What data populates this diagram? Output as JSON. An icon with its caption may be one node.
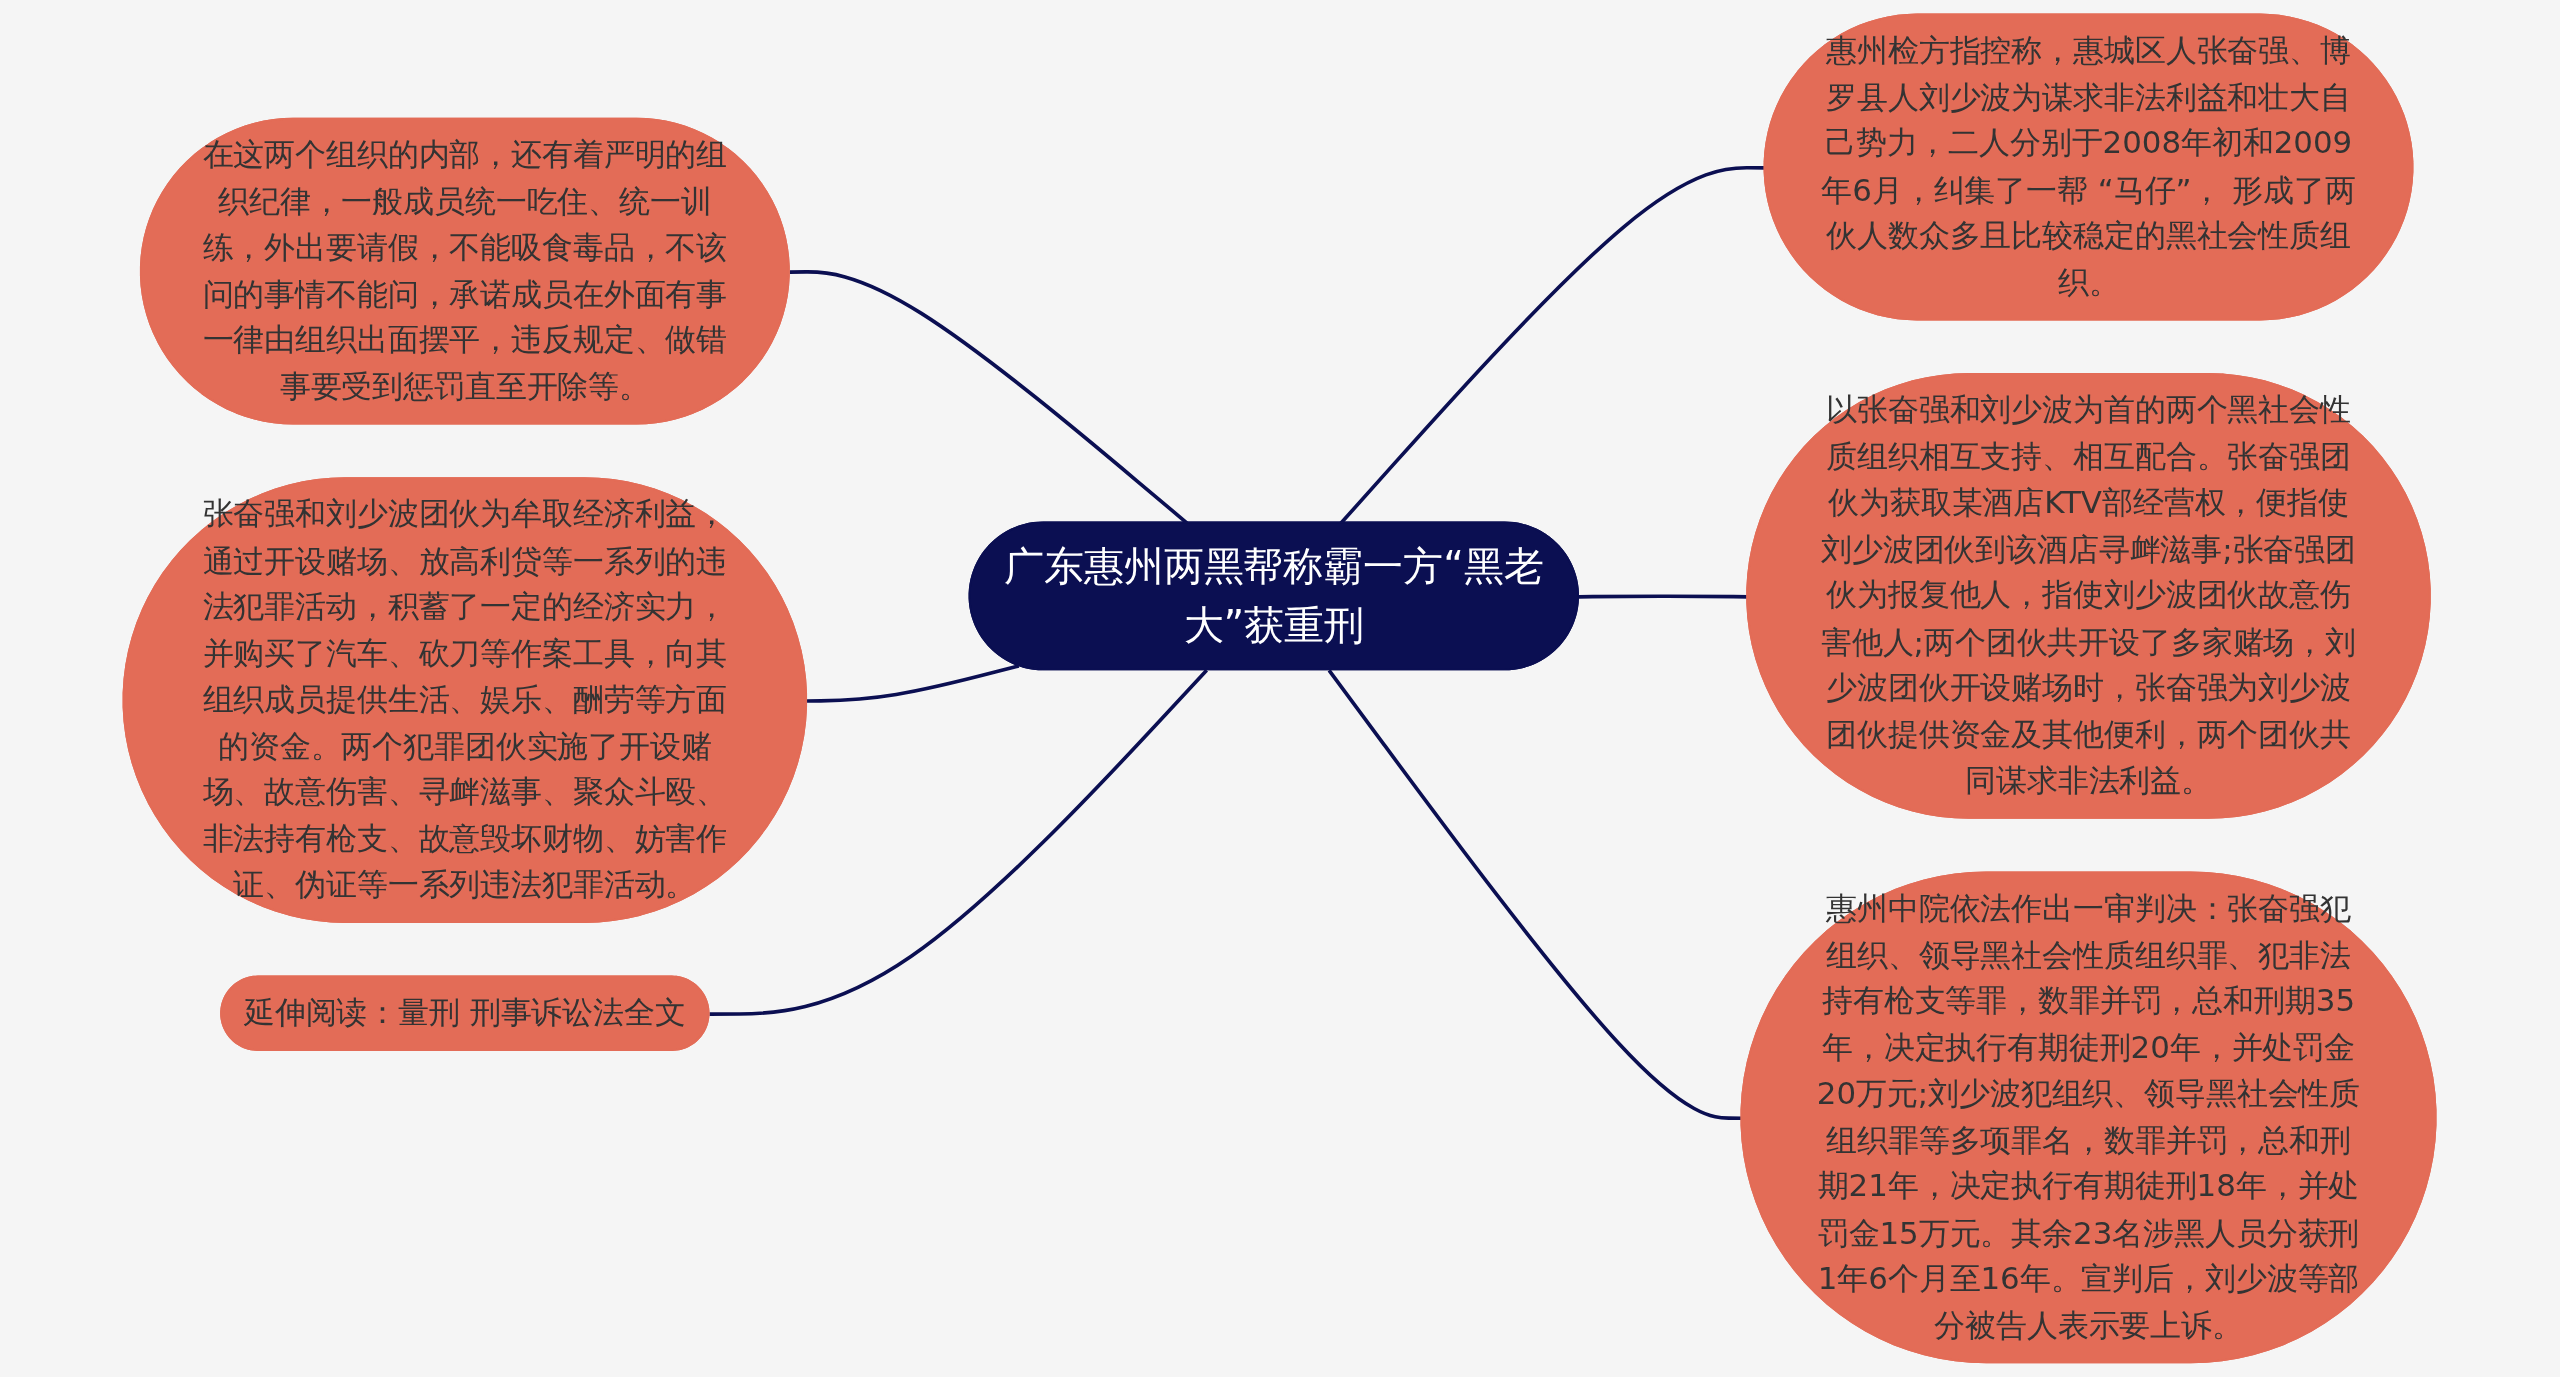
{
  "diagram": {
    "nodes": [
      {
        "text": [
          "广东惠州两黑帮称霸一方“黑老大”获重刑"
        ]
      },
      {
        "text": [
          "在这两个组织的内部，还有着严明的组织纪律，一般成员统一吃住、统一训练，外出要请假，不能吸食毒品，不该问的事情不能问，承诺成员在外面有事一律由组织出面摆平，违反规定、做错事要受到惩罚直至开除等。"
        ]
      },
      {
        "text": [
          "张奋强和刘少波团伙为牟取经济利益，通过开设赌场、放高利贷等一系列的违法犯罪活动，积蓄了一定的经济实力，并购买了汽车、砍刀等作案工具，向其组织成员提供生活、娱乐、酬劳等方面的资金。两个犯罪团伙实施了开设赌场、故意伤害、寻衅滋事、聚众斗殴、非法持有枪支、故意毁坏财物、妨害作证、伪证等一系列违法犯罪活动。"
        ]
      },
      {
        "text": [
          "延伸阅读：量刑 刑事诉讼法全文"
        ]
      },
      {
        "text": [
          "惠州检方指控称，惠城区人张奋强、博罗县人刘少波为谋求非法利益和壮大自己势力，二人分别于2008年初和2009年6月，纠集了一帮 “马仔”， 形成了两伙人数众多且比较稳定的黑社会性质组织。"
        ]
      },
      {
        "text": [
          "以张奋强和刘少波为首的两个黑社会性质组织相互支持、相互配合。张奋强团伙为获取某酒店KTV部经营权，便指使刘少波团伙到该酒店寻衅滋事;张奋强团伙为报复他人，指使刘少波团伙故意伤害他人;两个团伙共开设了多家赌场，刘少波团伙开设赌场时，张奋强为刘少波团伙提供资金及其他便利，两个团伙共同谋求非法利益。"
        ]
      },
      {
        "text": [
          "惠州中院依法作出一审判决：张奋强犯组织、领导黑社会性质组织罪、犯非法持有枪支等罪，数罪并罚，总和刑期35年，决定执行有期徒刑20年，并处罚金20万元;刘少波犯组织、领导黑社会性质组织罪等多项罪名，数罪并罚，总和刑期21年，决定执行有期徒刑18年，并处罚金15万元。其余23名涉黑人员分获刑1年6个月至16年。宣判后，刘少波等部分被告人表示要上诉。"
        ]
      }
    ],
    "edges": [
      {
        "from": 0,
        "to": 1,
        "arrow": "none"
      },
      {
        "from": 0,
        "to": 2,
        "arrow": "none"
      },
      {
        "from": 0,
        "to": 3,
        "arrow": "none"
      },
      {
        "from": 0,
        "to": 4,
        "arrow": "none"
      },
      {
        "from": 0,
        "to": 5,
        "arrow": "none"
      },
      {
        "from": 0,
        "to": 6,
        "arrow": "none"
      }
    ]
  }
}
